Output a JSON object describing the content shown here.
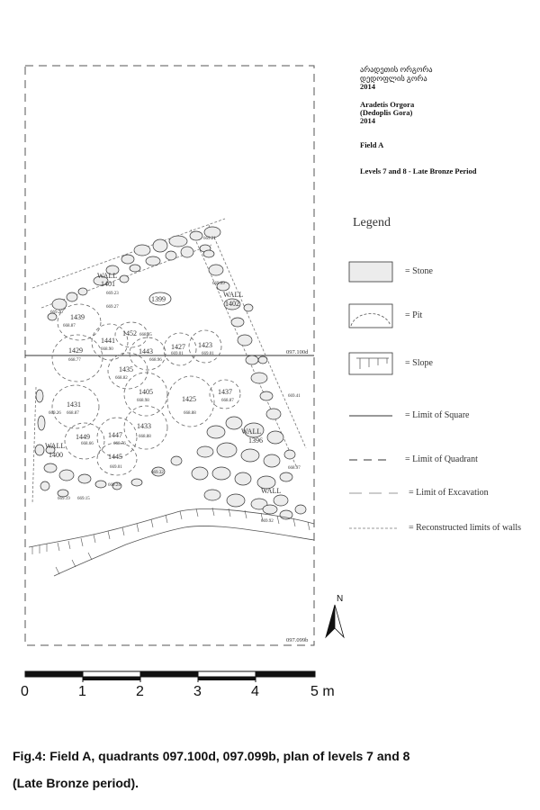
{
  "header": {
    "georgian_line1": "არადეთის ორგორა",
    "georgian_line2": "დედოფლის გორა",
    "georgian_year": "2014",
    "site_name": "Aradetis Orgora",
    "site_alt": "(Dedoplis Gora)",
    "year": "2014",
    "field": "Field A",
    "levels": "Levels 7 and 8 - Late Bronze Period"
  },
  "legend": {
    "title": "Legend",
    "items": [
      {
        "key": "stone",
        "label": "= Stone"
      },
      {
        "key": "pit",
        "label": "= Pit"
      },
      {
        "key": "slope",
        "label": "= Slope"
      },
      {
        "key": "square",
        "label": "= Limit of Square"
      },
      {
        "key": "quadrant",
        "label": "= Limit of Quadrant"
      },
      {
        "key": "excavation",
        "label": "= Limit of Excavation"
      },
      {
        "key": "walls",
        "label": "= Reconstructed limits of walls"
      }
    ]
  },
  "plan": {
    "quadrant_top": "097.100d",
    "quadrant_bottom": "097.099b",
    "north": "N",
    "walls": [
      {
        "label": "WALL",
        "num": "1401"
      },
      {
        "label": "WALL",
        "num": "1400"
      },
      {
        "label": "WALL",
        "num": "1402"
      },
      {
        "label": "WALL",
        "num": "1396"
      },
      {
        "label": "WALL",
        "num": ""
      }
    ],
    "pits": [
      {
        "num": "1399",
        "elev": ""
      },
      {
        "num": "1439",
        "elev": "668.87"
      },
      {
        "num": "1441",
        "elev": "668.90"
      },
      {
        "num": "1452",
        "elev": "668.95"
      },
      {
        "num": "1443",
        "elev": "668.96"
      },
      {
        "num": "1427",
        "elev": "669.01"
      },
      {
        "num": "1423",
        "elev": "669.01"
      },
      {
        "num": "1429",
        "elev": "668.77"
      },
      {
        "num": "1435",
        "elev": "668.82"
      },
      {
        "num": "1405",
        "elev": "668.98"
      },
      {
        "num": "1425",
        "elev": "668.88"
      },
      {
        "num": "1437",
        "elev": "668.87"
      },
      {
        "num": "1431",
        "elev": "668.87"
      },
      {
        "num": "1447",
        "elev": "668.76"
      },
      {
        "num": "1433",
        "elev": "668.88"
      },
      {
        "num": "1449",
        "elev": "668.66"
      },
      {
        "num": "1445",
        "elev": "669.01"
      }
    ],
    "spot_levels": [
      "669.23",
      "669.27",
      "669.26",
      "669.19",
      "669.32",
      "669.24",
      "669.92",
      "668.97",
      "669.41",
      "669.09",
      "669.21",
      "669.15",
      "669.20"
    ]
  },
  "scale": {
    "ticks": [
      "0",
      "1",
      "2",
      "3",
      "4",
      "5 m"
    ]
  },
  "caption": {
    "line1": "Fig.4: Field A, quadrants 097.100d, 097.099b, plan of levels 7 and 8",
    "line2": "(Late Bronze period)."
  }
}
